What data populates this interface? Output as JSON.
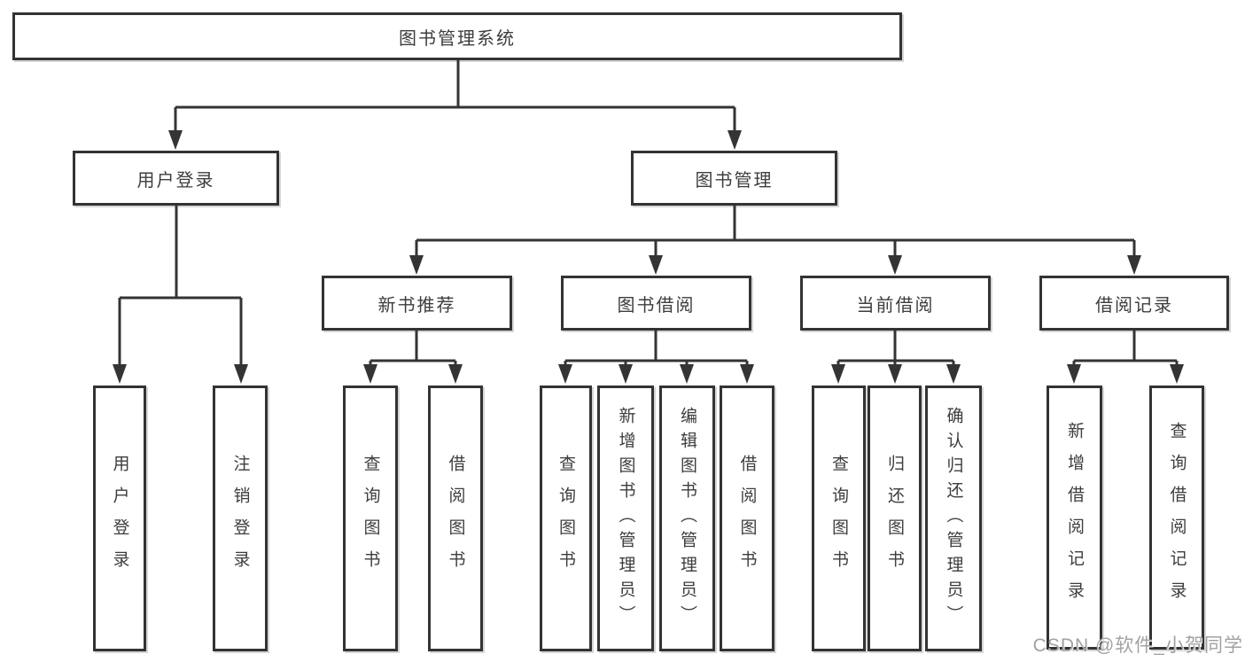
{
  "tree": {
    "label": "图书管理系统",
    "children": [
      {
        "label": "用户登录",
        "children": [
          {
            "label": "用户登录"
          },
          {
            "label": "注销登录"
          }
        ]
      },
      {
        "label": "图书管理",
        "children": [
          {
            "label": "新书推荐",
            "children": [
              {
                "label": "查询图书"
              },
              {
                "label": "借阅图书"
              }
            ]
          },
          {
            "label": "图书借阅",
            "children": [
              {
                "label": "查询图书"
              },
              {
                "label": "新增图书（管理员）"
              },
              {
                "label": "编辑图书（管理员）"
              },
              {
                "label": "借阅图书"
              }
            ]
          },
          {
            "label": "当前借阅",
            "children": [
              {
                "label": "查询图书"
              },
              {
                "label": "归还图书"
              },
              {
                "label": "确认归还（管理员）"
              }
            ]
          },
          {
            "label": "借阅记录",
            "children": [
              {
                "label": "新增借阅记录"
              },
              {
                "label": "查询借阅记录"
              }
            ]
          }
        ]
      }
    ]
  },
  "watermark": {
    "text": "CSDN @软件_小贺同学"
  },
  "colors": {
    "line": "#343434",
    "border": "#333333",
    "text": "#3d3d3d",
    "watermark": "#a2a2a2",
    "background": "#ffffff"
  }
}
